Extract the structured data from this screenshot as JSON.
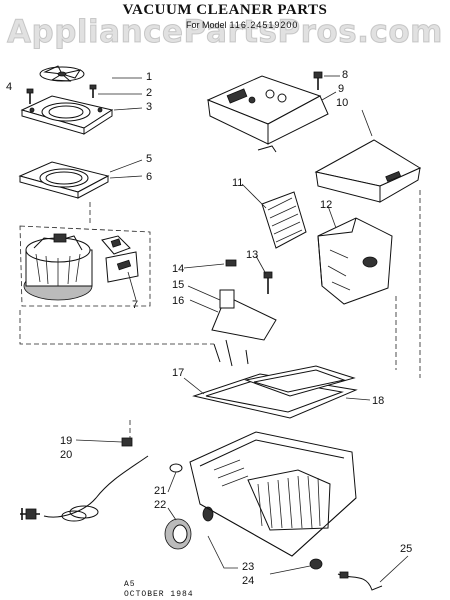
{
  "header": {
    "title": "VACUUM CLEANER PARTS",
    "model_label": "For Model",
    "model_number": "116.24519200",
    "watermark": "AppliancePartsPros.com"
  },
  "callouts": {
    "c1": "1",
    "c2": "2",
    "c3": "3",
    "c4": "4",
    "c5": "5",
    "c6": "6",
    "c7": "7",
    "c8": "8",
    "c9": "9",
    "c10": "10",
    "c11": "11",
    "c12": "12",
    "c13": "13",
    "c14": "14",
    "c15": "15",
    "c16": "16",
    "c17": "17",
    "c18": "18",
    "c19": "19",
    "c20": "20",
    "c21": "21",
    "c22": "22",
    "c23": "23",
    "c24": "24",
    "c25": "25"
  },
  "stamp": {
    "line1": "A5",
    "line2": "OCTOBER 1984"
  }
}
